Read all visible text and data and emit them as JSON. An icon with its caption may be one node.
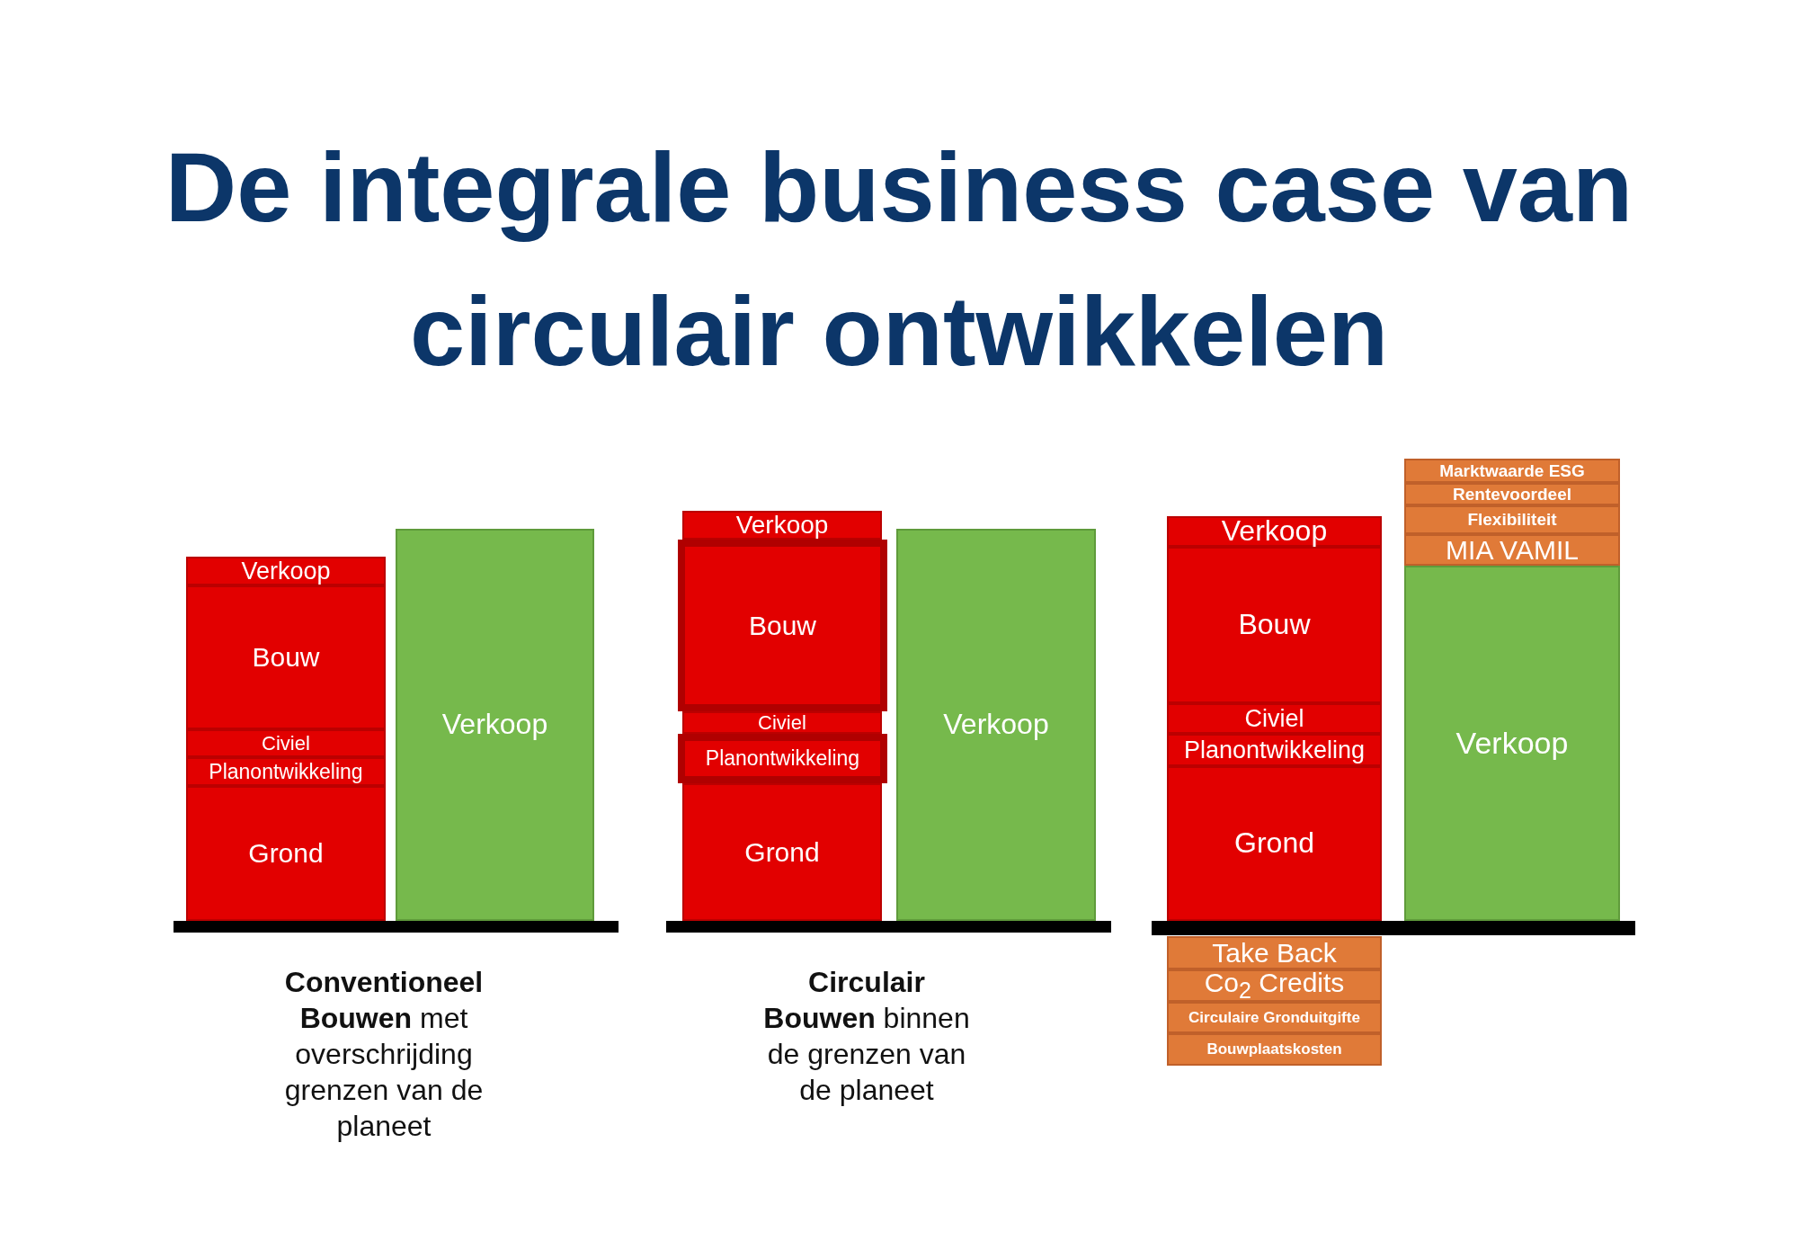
{
  "diagram": {
    "title": "De integrale business case van circulair ontwikkelen",
    "nodes": [
      {
        "text": [
          "Verkoop"
        ]
      },
      {
        "text": [
          "Bouw"
        ]
      },
      {
        "text": [
          "Civiel"
        ]
      },
      {
        "text": [
          "Planontwikkeling"
        ]
      },
      {
        "text": [
          "Grond"
        ]
      },
      {
        "text": [
          "Verkoop"
        ]
      },
      {
        "text": [
          "Verkoop"
        ]
      },
      {
        "text": [
          "Bouw"
        ]
      },
      {
        "text": [
          "Civiel"
        ]
      },
      {
        "text": [
          "Planontwikkeling"
        ]
      },
      {
        "text": [
          "Grond"
        ]
      },
      {
        "text": [
          "Verkoop"
        ]
      },
      {
        "text": [
          "Verkoop"
        ]
      },
      {
        "text": [
          "Bouw"
        ]
      },
      {
        "text": [
          "Civiel"
        ]
      },
      {
        "text": [
          "Planontwikkeling"
        ]
      },
      {
        "text": [
          "Grond"
        ]
      },
      {
        "text": [
          "Take Back"
        ]
      },
      {
        "text": [
          "Co$_{2}$ Credits"
        ]
      },
      {
        "text": [
          "Circulaire Gronduitgifte"
        ]
      },
      {
        "text": [
          "Bouwplaatskosten"
        ]
      },
      {
        "text": [
          "Marktwaarde ESG"
        ]
      },
      {
        "text": [
          "Rentevoordeel"
        ]
      },
      {
        "text": [
          "Flexibiliteit"
        ]
      },
      {
        "text": [
          "MIA VAMIL"
        ]
      },
      {
        "text": [
          "Verkoop"
        ]
      }
    ],
    "labels": [
      "**Conventioneel Bouwen** met overschrijding grenzen van de planeet",
      "**Circulair Bouwen** binnen de grenzen van de planeet"
    ]
  }
}
